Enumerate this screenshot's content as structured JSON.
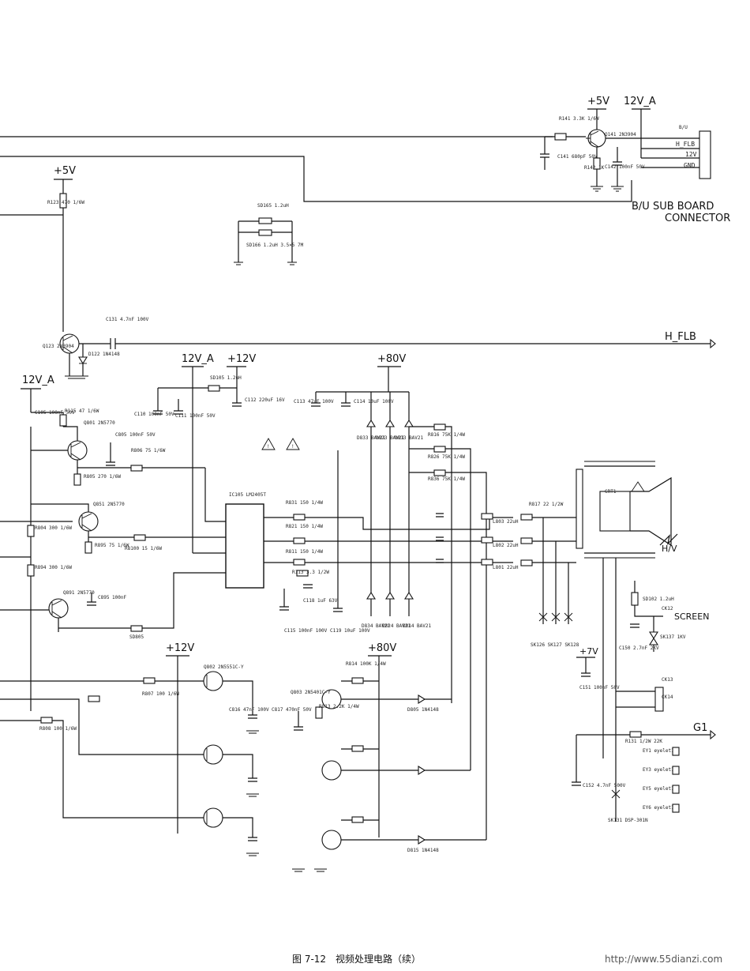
{
  "rails": {
    "plus5v_top": "+5V",
    "v12a_top": "12V_A",
    "plus5v_left": "+5V",
    "v12a_left": "12V_A",
    "v12a_mid": "12V_A",
    "plus12v_mid": "+12V",
    "plus80v_mid": "+80V",
    "plus12v_low": "+12V",
    "plus80v_low": "+80V",
    "plus7v": "+7V"
  },
  "connector": {
    "title_line1": "B/U SUB BOARD",
    "title_line2": "CONNECTOR",
    "pin_hflb": "H_FLB",
    "pin_12v": "12V",
    "pin_gnd": "GND",
    "pin_bu": "B/U"
  },
  "signals": {
    "hflb": "H_FLB",
    "screen": "SCREEN",
    "g1": "G1",
    "hv": "H/V"
  },
  "parts": {
    "q141": "Q141 2N3904",
    "r141": "R141 3.3K 1/6W",
    "c141": "C141 680pF 50V",
    "r142": "R142 1K",
    "c142": "C142 100nF 50V",
    "r123": "R123 470 1/6W",
    "c131": "C131 4.7nF 100V",
    "q123": "Q123 2N3904",
    "d122": "D122 1N4148",
    "sd165": "SD165 1.2uH",
    "sd166": "SD166 1.2uH 3.5×5 7M",
    "c105": "C105 100nF 50V",
    "r115": "R115 47 1/6W",
    "q801": "Q801 2N5770",
    "c805": "C805 100nF 50V",
    "r806": "R806 75 1/6W",
    "r805": "R805 270 1/6W",
    "q851": "Q851 2N5770",
    "r804": "R804 300 1/6W",
    "r894": "R894 300 1/6W",
    "q891": "Q891 2N5770",
    "r895": "R895 75 1/6W",
    "c895": "C895 100nF",
    "sd105": "SD105 1.2uH",
    "c112": "C112 220uF 16V",
    "c110": "C110 100nF 50V",
    "c111": "C111 100nF 50V",
    "ic105": "IC105 LM2405T",
    "r831": "R831 150 1/4W",
    "r821": "R821 150 1/4W",
    "r811": "R811 150 1/4W",
    "r113": "R113 3.3 1/2W",
    "c118": "C118 1uF 63V",
    "c115": "C115 100nF 100V",
    "c113": "C113 47uF 100V",
    "c114": "C114 10uF 100V",
    "d833": "D833 BAV21",
    "d823": "D823 BAV21",
    "d813": "D813 BAV21",
    "r816": "R816 75K 1/4W",
    "r826": "R826 75K 1/4W",
    "r836": "R836 75K 1/4W",
    "d834": "D834 BAV21",
    "d824": "D824 BAV21",
    "d814": "D814 BAV21",
    "c119": "C119 10uF 100V",
    "l803": "L803 22uH",
    "l802": "L802 22uH",
    "l801": "L801 22uH",
    "r817": "R817 22 1/2W",
    "sk126": "SK126 SK127 SK128",
    "crt1": "CRT1",
    "sd102": "SD102 1.2uH",
    "ck12": "CK12",
    "sk137": "SK137 1KV",
    "c150": "C150 2.7nF 2KV",
    "c151": "C151 100nF 50V",
    "ck13": "CK13",
    "ck14": "CK14",
    "r131": "R131 1/2W 22K",
    "c152": "C152 4.7nF 500V",
    "sk131": "SK131 DSP-301N",
    "ey1": "EY1 eyelet1",
    "ey3": "EY3 eyelet1",
    "ey5": "EY5 eyelet1",
    "ey6": "EY6 eyelet1",
    "q802": "Q802 2N5551C-Y",
    "q803": "Q803 2N5401C-Y",
    "r807": "R807 100 1/6W",
    "r808": "R808 100 1/6W",
    "r814": "R814 100K 1/4W",
    "c816": "C816 47nF 100V",
    "c817": "C817 470nF 50V",
    "r813": "R813 2.2K 1/4W",
    "d805": "D805 1N4148",
    "d815": "D815 1N4148",
    "r8100": "R8100 15 1/6W",
    "sd805": "SD805"
  },
  "caption": "图 7-12　视频处理电路（续）",
  "watermark": "http://www.55dianzi.com"
}
